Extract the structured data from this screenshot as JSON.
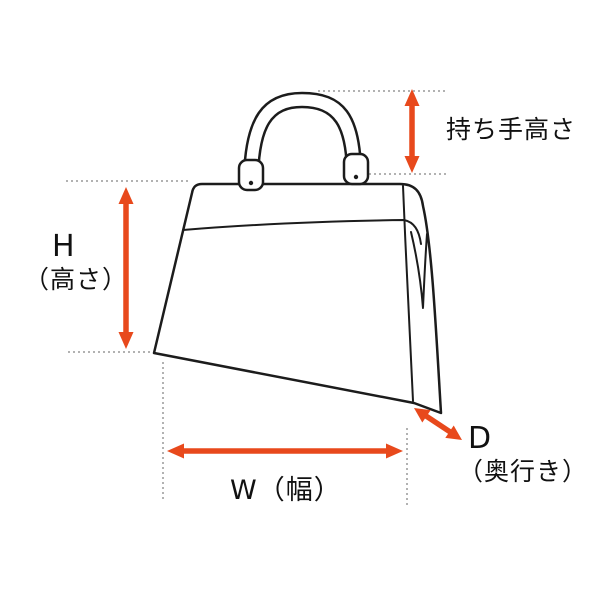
{
  "diagram": {
    "subject": "bag-dimension-guide"
  },
  "labels": {
    "handle_height": "持ち手高さ",
    "height_letter": "H",
    "height_caption": "（高さ）",
    "width": "W（幅）",
    "depth_letter": "D",
    "depth_caption": "（奥行き）"
  },
  "colors": {
    "arrow": "#e8491c",
    "outline": "#1c1c1c",
    "guide": "#999999",
    "text": "#111111",
    "background": "#ffffff"
  }
}
